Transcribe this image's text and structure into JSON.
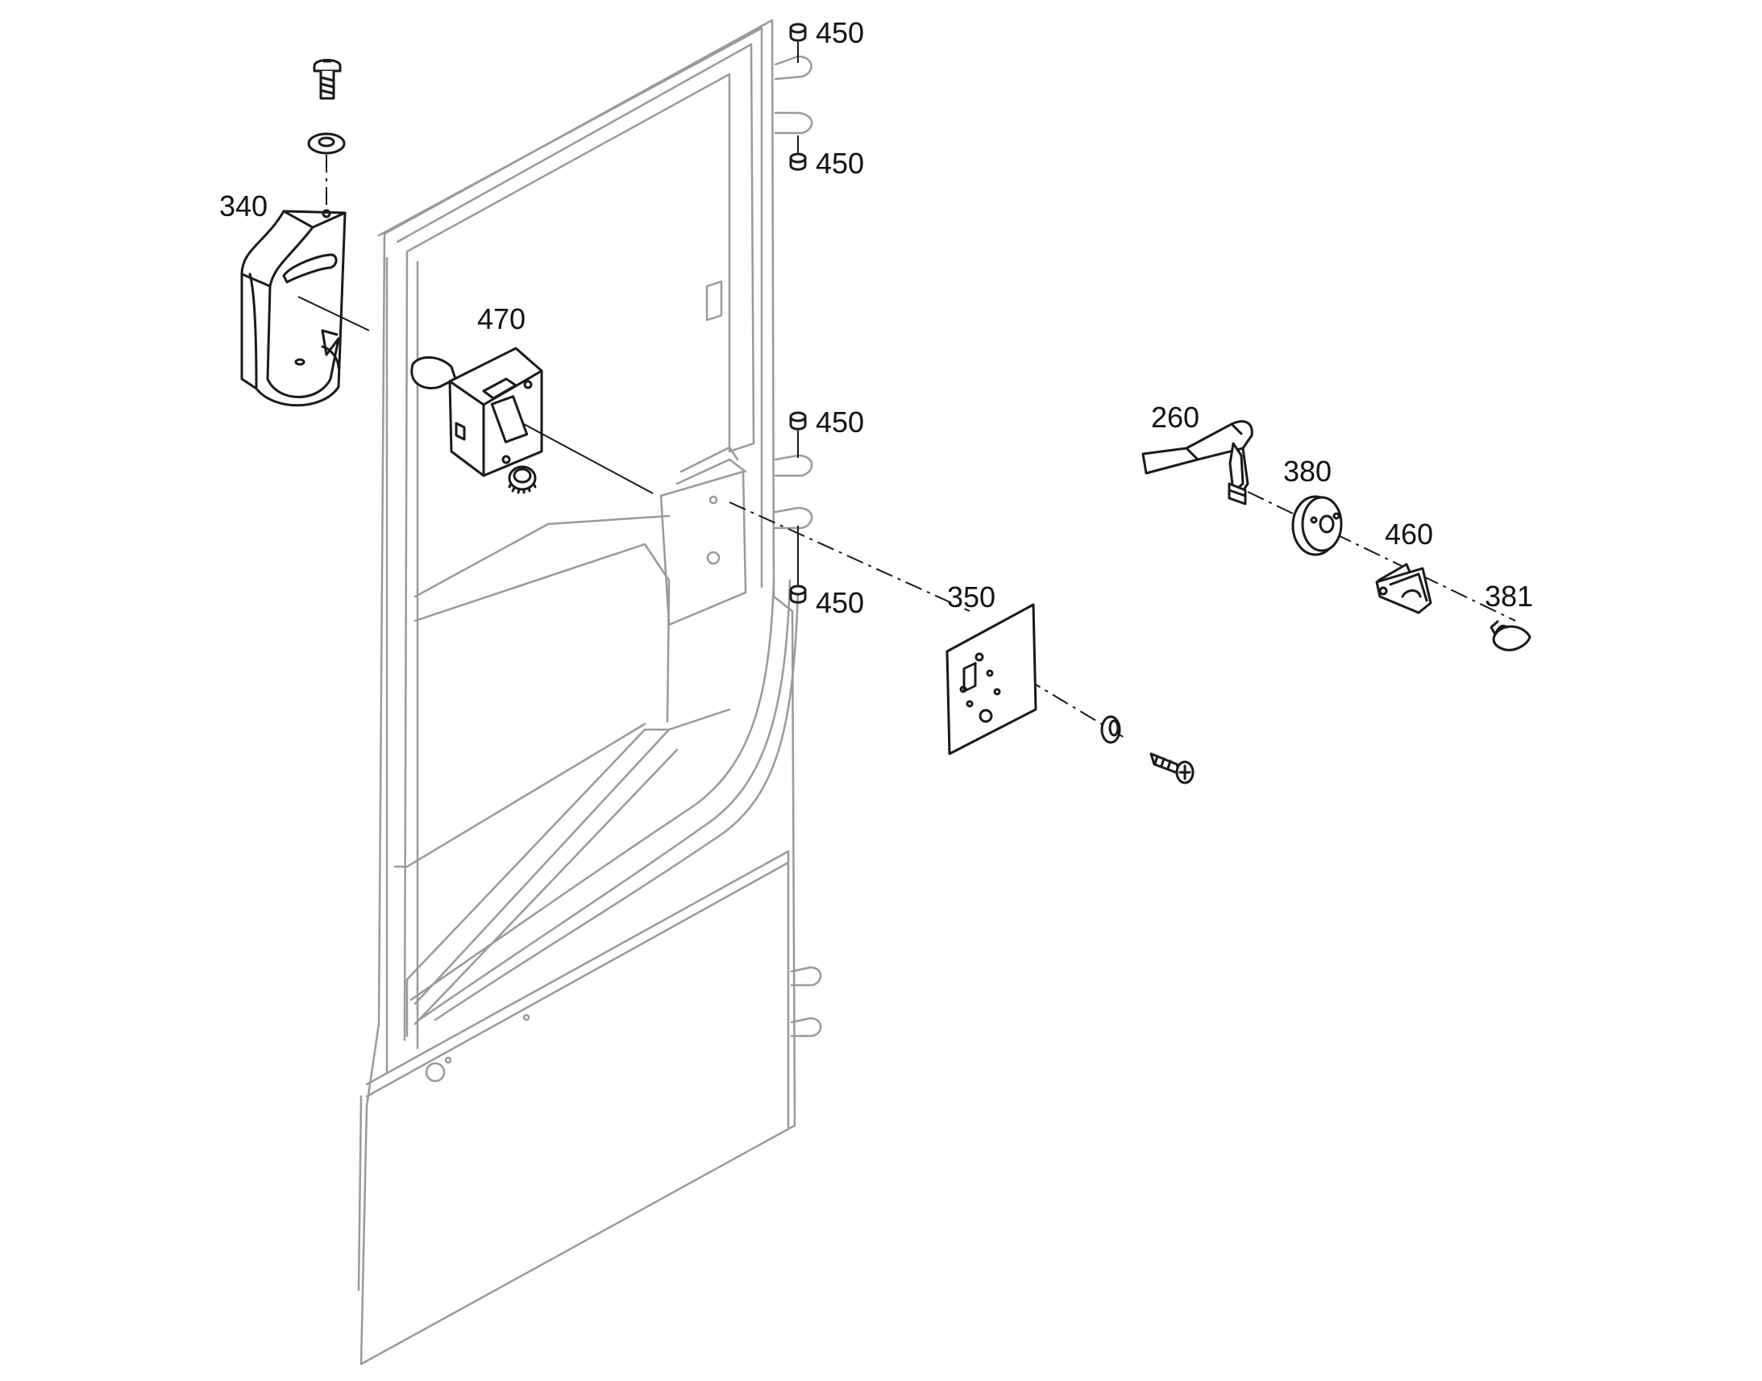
{
  "labels": {
    "p450a": "450",
    "p450b": "450",
    "p450c": "450",
    "p450d": "450",
    "p340": "340",
    "p470": "470",
    "p260": "260",
    "p380": "380",
    "p460": "460",
    "p381": "381",
    "p350": "350"
  }
}
